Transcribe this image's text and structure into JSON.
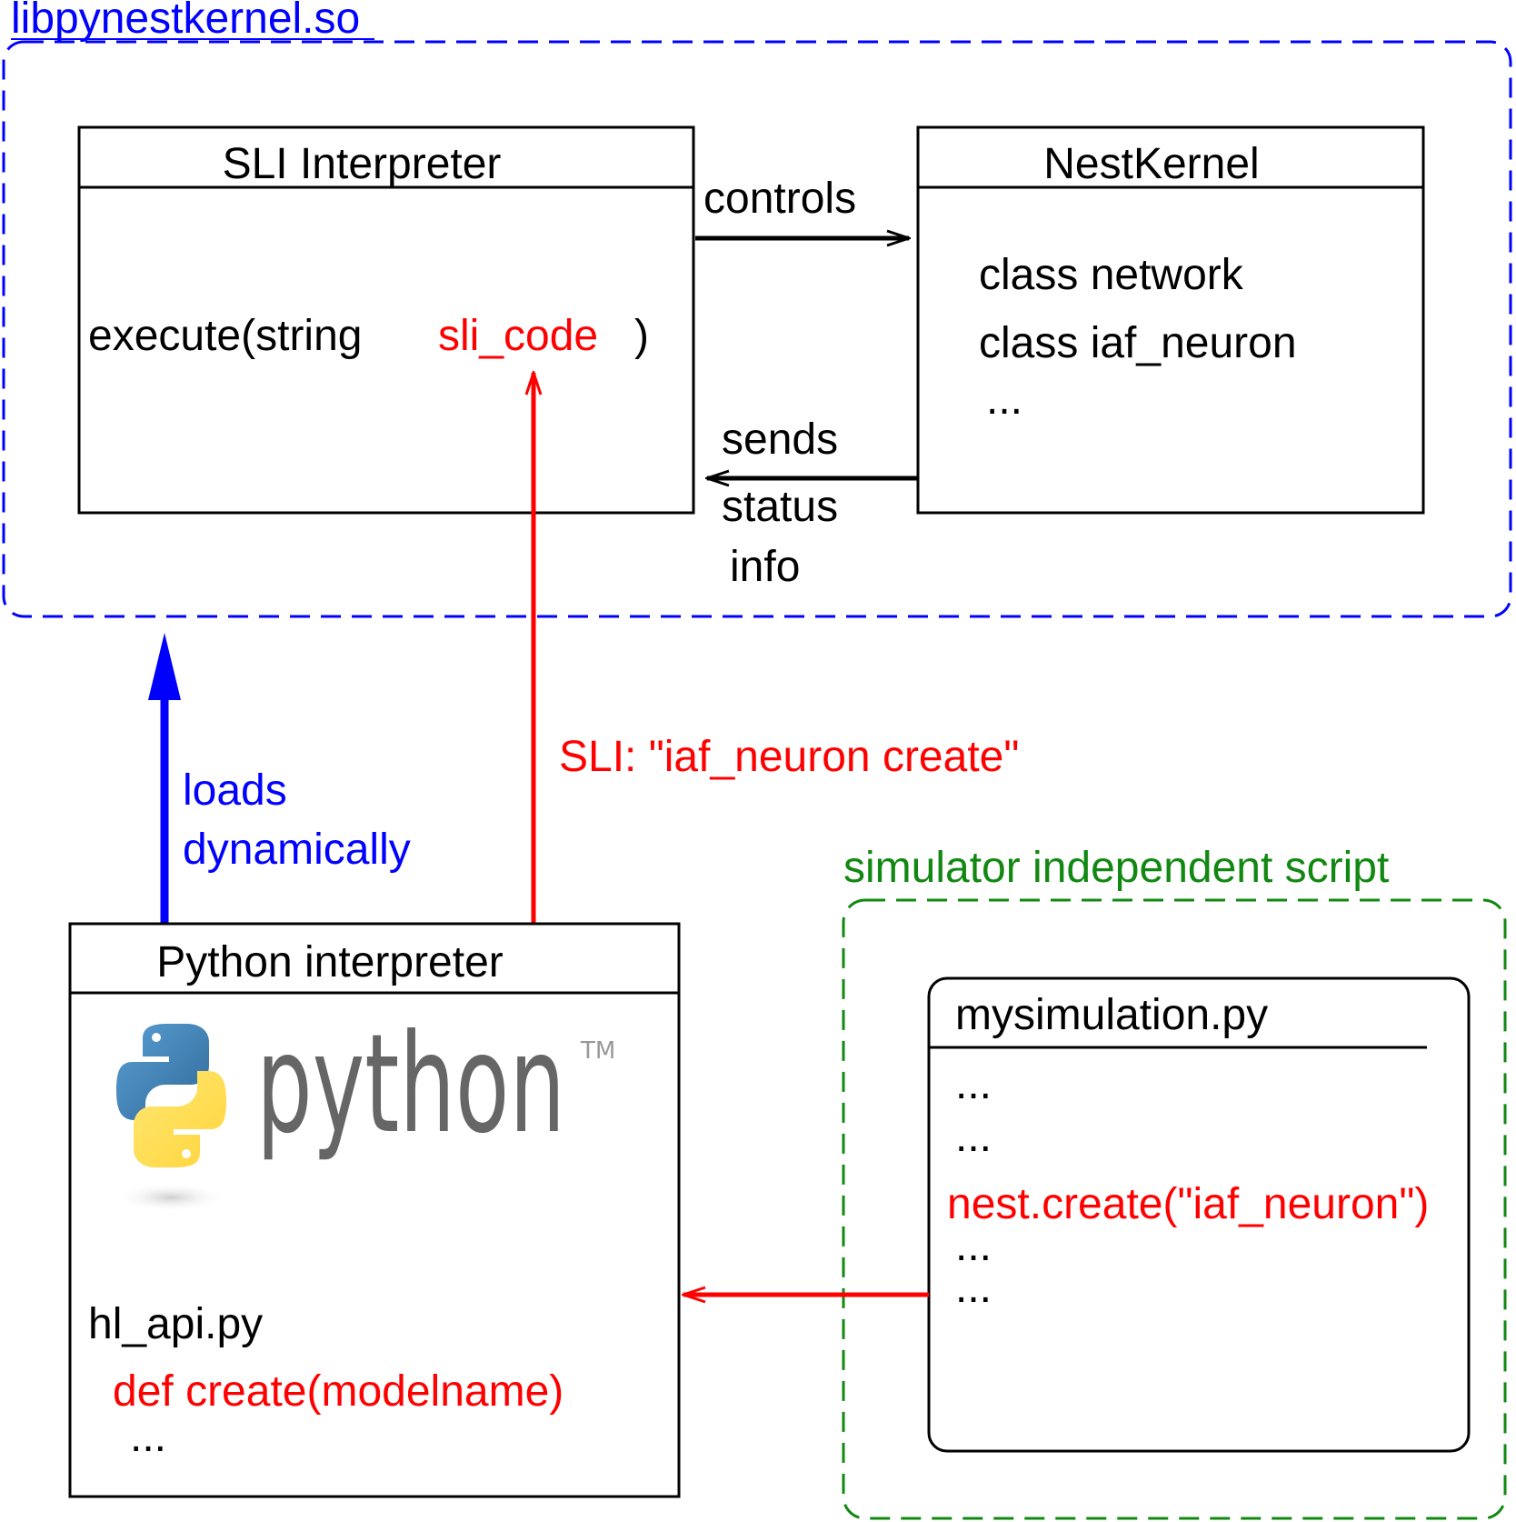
{
  "colors": {
    "library_frame": "#0000ff",
    "script_frame": "#118811",
    "sli_call": "#ff0000",
    "load_arrow": "#0000ff",
    "normal": "#000000"
  },
  "library": {
    "title": "libpynestkernel.so"
  },
  "sli_box": {
    "title": "SLI Interpreter",
    "call_prefix": "execute(string",
    "call_arg": "sli_code",
    "call_suffix": ")"
  },
  "kernel_box": {
    "title": "NestKernel",
    "lines": [
      "class network",
      "class iaf_neuron",
      "..."
    ]
  },
  "arrows": {
    "controls": "controls",
    "status_lines": [
      "sends",
      "status",
      "info"
    ],
    "loads_lines": [
      "loads",
      "dynamically"
    ],
    "sli_command": "SLI: \"iaf_neuron create\""
  },
  "python_box": {
    "title": "Python interpreter",
    "logo_text": "python",
    "logo_tm": "TM",
    "module": "hl_api.py",
    "def_line": "def create(modelname)",
    "ellipsis": "..."
  },
  "script_frame": {
    "title": "simulator independent script"
  },
  "script_file": {
    "title": "mysimulation.py",
    "lines_before": [
      "...",
      "..."
    ],
    "call_line": "nest.create(\"iaf_neuron\")",
    "lines_after": [
      "...",
      "..."
    ]
  }
}
